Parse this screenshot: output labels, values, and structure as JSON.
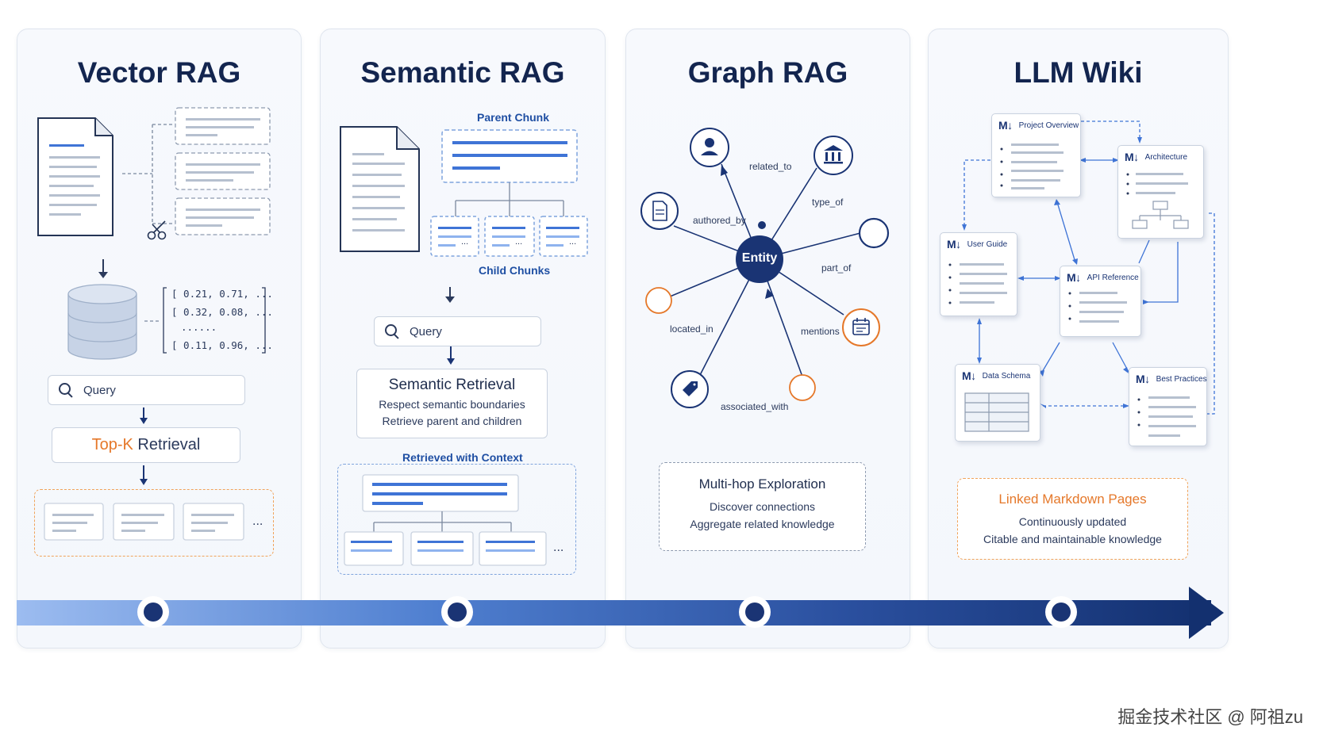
{
  "panels": {
    "vector": {
      "title": "Vector RAG",
      "vectors": [
        "[ 0.21, 0.71, ...",
        "[ 0.32, 0.08, ...",
        "......",
        "[ 0.11, 0.96, ..."
      ],
      "query": "Query",
      "retrieval_prefix": "Top-K",
      "retrieval_suffix": " Retrieval",
      "ellipsis": "..."
    },
    "semantic": {
      "title": "Semantic RAG",
      "parent_label": "Parent Chunk",
      "child_label": "Child Chunks",
      "query": "Query",
      "retrieval_title": "Semantic Retrieval",
      "retrieval_line1": "Respect semantic boundaries",
      "retrieval_line2": "Retrieve parent and children",
      "context_label": "Retrieved with Context",
      "ellipsis": "..."
    },
    "graph": {
      "title": "Graph RAG",
      "center": "Entity",
      "edges": [
        "related_to",
        "type_of",
        "authored_by",
        "part_of",
        "located_in",
        "mentions",
        "associated_with"
      ],
      "summary_title": "Multi-hop Exploration",
      "summary_line1": "Discover connections",
      "summary_line2": "Aggregate related knowledge"
    },
    "wiki": {
      "title": "LLM Wiki",
      "badge": "M↓",
      "pages": [
        "Project Overview",
        "Architecture",
        "User Guide",
        "API Reference",
        "Data Schema",
        "Best Practices"
      ],
      "summary_title": "Linked Markdown Pages",
      "summary_line1": "Continuously updated",
      "summary_line2": "Citable and maintainable knowledge"
    }
  },
  "watermark": "掘金技术社区 @ 阿祖zu",
  "colors": {
    "navy": "#1a3474",
    "blue": "#3f74d6",
    "orange": "#e5782a",
    "accent_light": "#8fb3ee"
  }
}
